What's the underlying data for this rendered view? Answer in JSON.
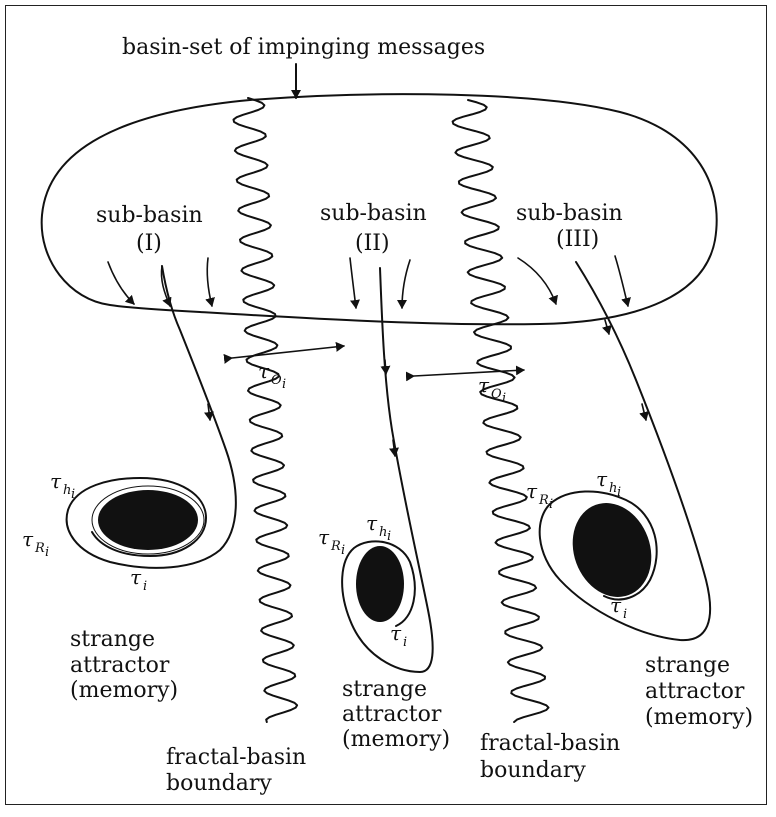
{
  "title": "basin-set of impinging messages",
  "sub_basins": [
    {
      "line1": "sub-basin",
      "line2": "(I)"
    },
    {
      "line1": "sub-basin",
      "line2": "(II)"
    },
    {
      "line1": "sub-basin",
      "line2": "(III)"
    }
  ],
  "tau": {
    "symbol": "τ",
    "o": "O",
    "i": "i",
    "h": "h",
    "r": "R"
  },
  "attractors": [
    {
      "line1": "strange",
      "line2": "attractor",
      "line3": "(memory)"
    },
    {
      "line1": "strange",
      "line2": "attractor",
      "line3": "(memory)"
    },
    {
      "line1": "strange",
      "line2": "attractor",
      "line3": "(memory)"
    }
  ],
  "boundaries": [
    {
      "line1": "fractal-basin",
      "line2": "boundary"
    },
    {
      "line1": "fractal-basin",
      "line2": "boundary"
    }
  ]
}
